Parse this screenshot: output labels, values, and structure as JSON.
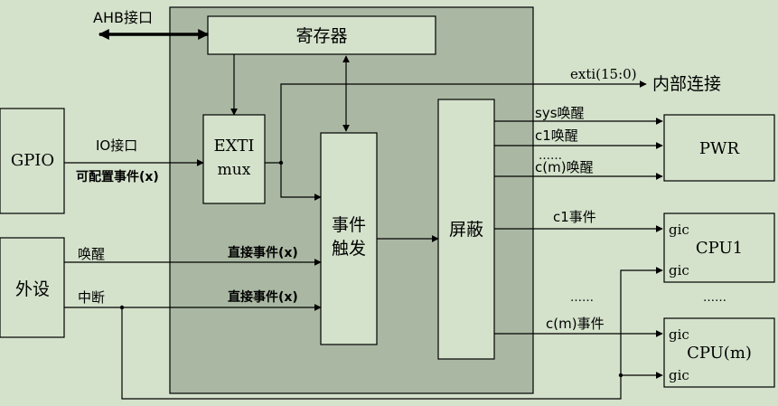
{
  "colors": {
    "background": "#d4e2cb",
    "core": "#aab8a3",
    "box": "#d4e2cb",
    "line": "#000000"
  },
  "labels": {
    "ahb_interface": "AHB接口",
    "register": "寄存器",
    "exti_conn": "exti(15:0)",
    "internal_conn": "内部连接",
    "gpio": "GPIO",
    "io_interface": "IO接口",
    "configurable_event": "可配置事件(x)",
    "exti_mux_line1": "EXTI",
    "exti_mux_line2": "mux",
    "event_trigger_line1": "事件",
    "event_trigger_line2": "触发",
    "mask": "屏蔽",
    "peripheral": "外设",
    "wakeup": "唤醒",
    "interrupt": "中断",
    "direct_event_1": "直接事件(x)",
    "direct_event_2": "直接事件(x)",
    "sys_wakeup": "sys唤醒",
    "c1_wakeup": "c1唤醒",
    "dots_pwr": "……",
    "cm_wakeup": "c(m)唤醒",
    "pwr": "PWR",
    "c1_event": "c1事件",
    "cm_event": "c(m)事件",
    "dots_mid": "……",
    "dots_right": "……",
    "gic_cpu1_top": "gic",
    "gic_cpu1_bottom": "gic",
    "cpu1": "CPU1",
    "gic_cpum_top": "gic",
    "gic_cpum_bottom": "gic",
    "cpum": "CPU(m)"
  }
}
